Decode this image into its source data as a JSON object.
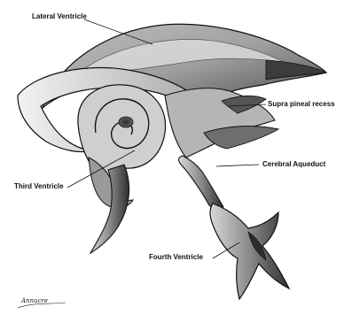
{
  "diagram": {
    "labels": {
      "lateral_ventricle": "Lateral Ventricle",
      "supra_pineal_recess": "Supra pineal recess",
      "cerebral_aqueduct": "Cerebral Aqueduct",
      "third_ventricle": "Third Ventricle",
      "fourth_ventricle": "Fourth Ventricle"
    },
    "signature": "Annucre"
  },
  "colors": {
    "ink": "#111111",
    "fill_light": "#c9c9c9",
    "fill_mid": "#8d8d8d",
    "fill_dark": "#3a3a3a",
    "background": "#ffffff"
  }
}
